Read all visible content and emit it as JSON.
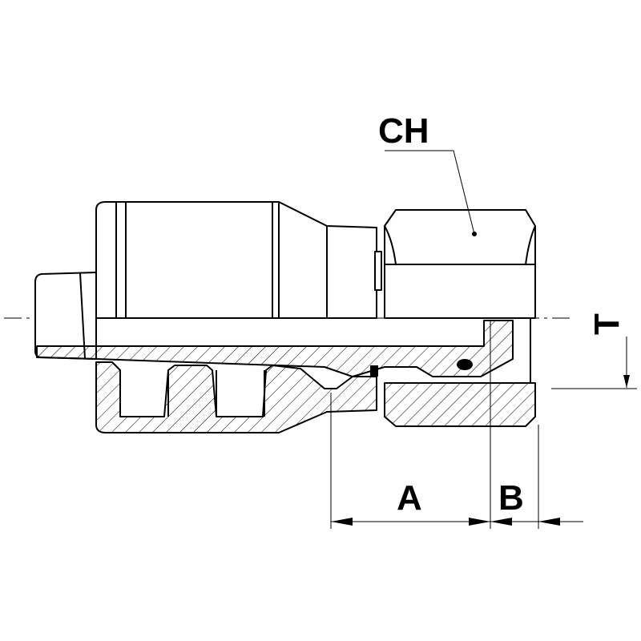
{
  "labels": {
    "ch": "CH",
    "t": "T",
    "a": "A",
    "b": "B"
  },
  "colors": {
    "line": "#000000",
    "background": "#ffffff"
  }
}
